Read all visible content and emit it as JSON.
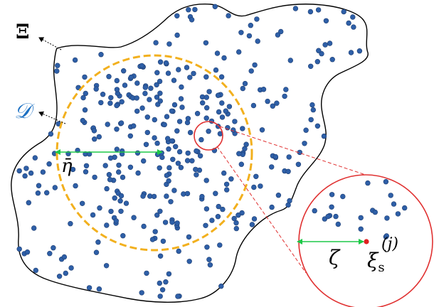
{
  "labels": {
    "domain_symbol": "Ξ",
    "region_symbol": "𝒟",
    "radius_symbol": "η̄",
    "zoom_distance_symbol": "ζ",
    "sample_symbol": "ξ",
    "sample_subscript": "s",
    "sample_superscript": "(j)"
  },
  "colors": {
    "outline": "#000000",
    "point": "#2e5fa7",
    "point_edge": "#1f3f73",
    "region_circle": "#f2b01e",
    "region_label": "#1a6fc2",
    "arrow_green": "#1ec848",
    "zoom_circle": "#e03131",
    "selected_point": "#e02020"
  }
}
